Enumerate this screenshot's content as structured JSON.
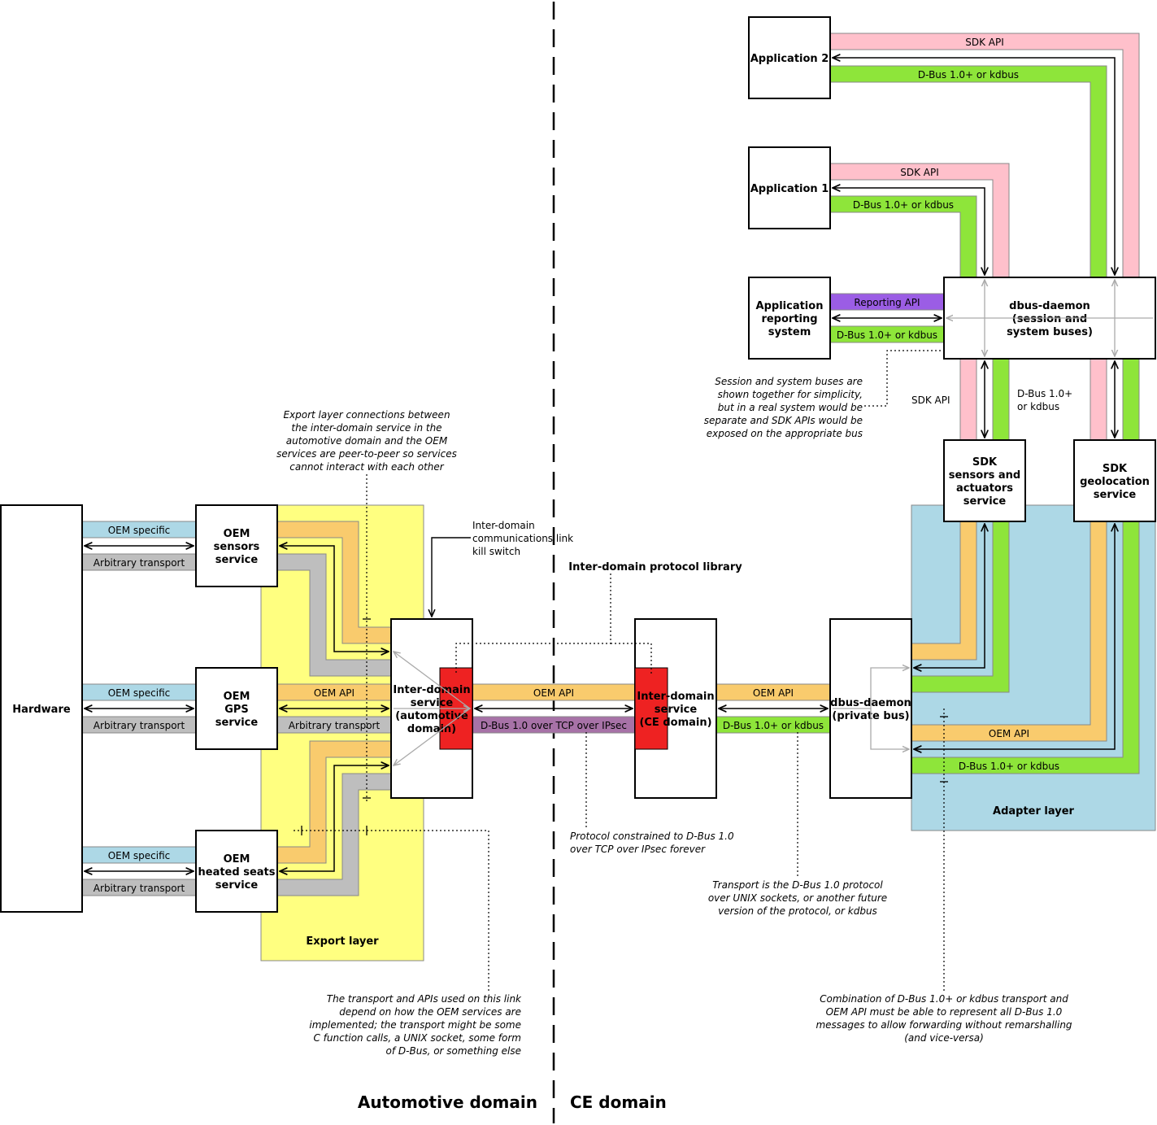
{
  "colors": {
    "oem_specific": "#add8e6",
    "arbitrary": "#bebebe",
    "oem_api": "#f9cb6d",
    "dbus": "#8ee53a",
    "sdk_api": "#ffc0cb",
    "reporting": "#9b5de5",
    "dbus_tcp": "#a772a7",
    "export_layer": "#ffff80",
    "adapter_layer": "#add8e6",
    "kill_switch": "#ee2222"
  },
  "boxes": {
    "hardware": "Hardware",
    "oem_sensors": [
      "OEM",
      "sensors",
      "service"
    ],
    "oem_gps": [
      "OEM",
      "GPS",
      "service"
    ],
    "oem_seats": [
      "OEM",
      "heated seats",
      "service"
    ],
    "interdomain_auto": [
      "Inter-domain",
      "service",
      "(automotive",
      "domain)"
    ],
    "interdomain_ce": [
      "Inter-domain",
      "service",
      "(CE domain)"
    ],
    "dbus_private": [
      "dbus-daemon",
      "(private bus)"
    ],
    "dbus_session": [
      "dbus-daemon",
      "(session and",
      "system buses)"
    ],
    "sdk_sensors": [
      "SDK",
      "sensors and",
      "actuators",
      "service"
    ],
    "sdk_geo": [
      "SDK",
      "geolocation",
      "service"
    ],
    "app2": "Application 2",
    "app1": "Application 1",
    "app_reporting": [
      "Application",
      "reporting",
      "system"
    ]
  },
  "bands": {
    "oem_specific": "OEM specific",
    "arbitrary_transport": "Arbitrary transport",
    "oem_api": "OEM API",
    "dbus_tcp": "D-Bus 1.0 over TCP over IPsec",
    "dbus_kdbus": "D-Bus 1.0+ or kdbus",
    "sdk_api": "SDK API",
    "reporting_api": "Reporting API"
  },
  "side_labels": {
    "sdk_api": "SDK API",
    "dbus_kdbus": [
      "D-Bus 1.0+",
      "or kdbus"
    ]
  },
  "layers": {
    "export": "Export layer",
    "adapter": "Adapter layer"
  },
  "domains": {
    "automotive": "Automotive domain",
    "ce": "CE domain"
  },
  "notes": {
    "export_peer": [
      "Export layer connections between",
      "the inter-domain service in the",
      "automotive domain and the OEM",
      "services are peer-to-peer so services",
      "cannot interact with each other"
    ],
    "kill_switch": [
      "Inter-domain",
      "communications link",
      "kill switch"
    ],
    "protocol_library": "Inter-domain protocol library",
    "session_buses": [
      "Session and system buses are",
      "shown together for simplicity,",
      "but in a real system would be",
      "separate and SDK APIs would be",
      "exposed on the appropriate bus"
    ],
    "protocol_constrained": [
      "Protocol constrained to D-Bus 1.0",
      "over TCP over IPsec forever"
    ],
    "transport": [
      "Transport is the D-Bus 1.0 protocol",
      "over UNIX sockets, or another future",
      "version of the protocol, or kdbus"
    ],
    "link_transport": [
      "The transport and APIs used on this link",
      "depend on how the OEM services are",
      "implemented; the transport might be some",
      "C function calls, a UNIX socket, some form",
      "of D-Bus, or something else"
    ],
    "combination": [
      "Combination of D-Bus 1.0+ or kdbus transport and",
      "OEM API must be able to represent all D-Bus 1.0",
      "messages to allow forwarding without remarshalling",
      "(and vice-versa)"
    ]
  }
}
